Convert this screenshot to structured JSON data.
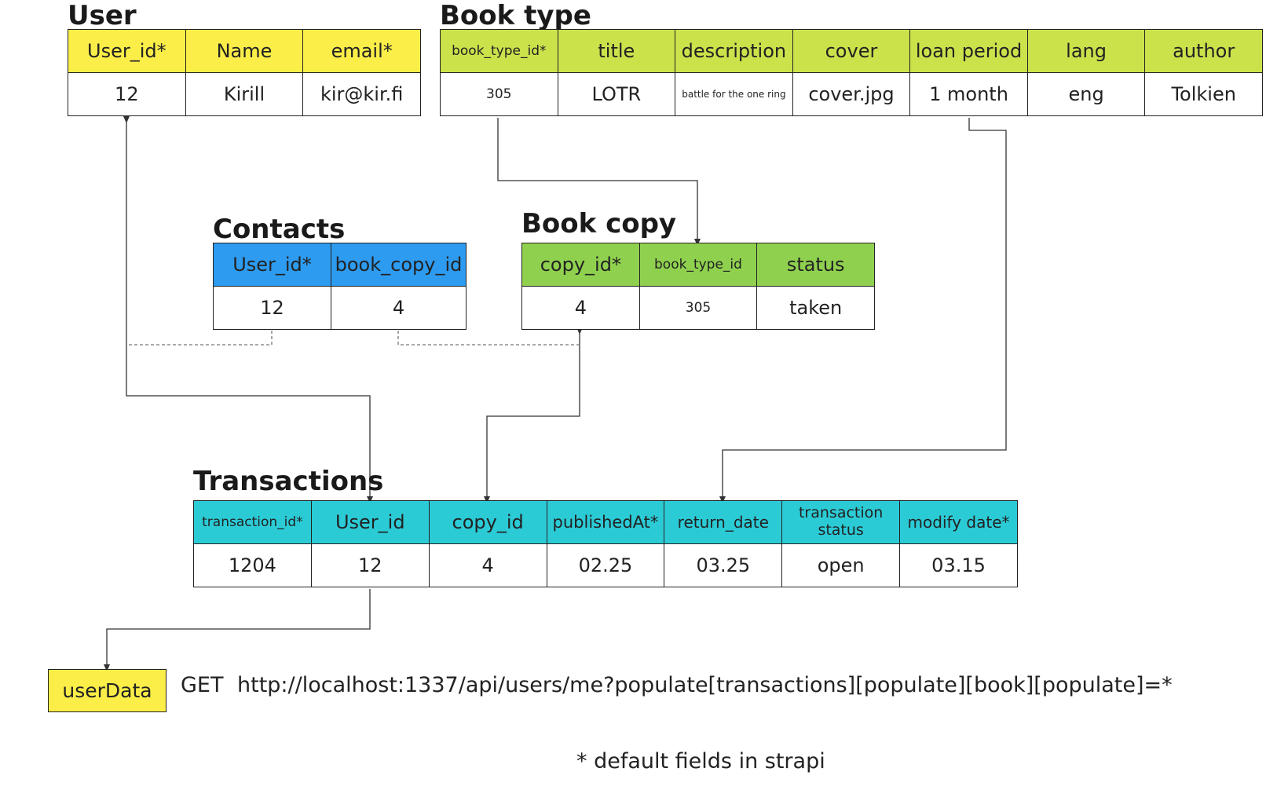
{
  "user": {
    "title": "User",
    "headers": [
      "User_id*",
      "Name",
      "email*"
    ],
    "values": [
      "12",
      "Kirill",
      "kir@kir.fi"
    ]
  },
  "book_type": {
    "title": "Book type",
    "headers": [
      "book_type_id*",
      "title",
      "description",
      "cover",
      "loan period",
      "lang",
      "author"
    ],
    "values": [
      "305",
      "LOTR",
      "battle for the one ring",
      "cover.jpg",
      "1 month",
      "eng",
      "Tolkien"
    ]
  },
  "contacts": {
    "title": "Contacts",
    "headers": [
      "User_id*",
      "book_copy_id"
    ],
    "values": [
      "12",
      "4"
    ]
  },
  "book_copy": {
    "title": "Book copy",
    "headers": [
      "copy_id*",
      "book_type_id",
      "status"
    ],
    "values": [
      "4",
      "305",
      "taken"
    ]
  },
  "transactions": {
    "title": "Transactions",
    "headers": [
      "transaction_id*",
      "User_id",
      "copy_id",
      "publishedAt*",
      "return_date",
      "transaction status",
      "modify date*"
    ],
    "values": [
      "1204",
      "12",
      "4",
      "02.25",
      "03.25",
      "open",
      "03.15"
    ]
  },
  "user_data": {
    "label": "userData"
  },
  "request": {
    "method": "GET",
    "url": "http://localhost:1337/api/users/me?populate[transactions][populate][book][populate]=*"
  },
  "footnote": "* default fields in strapi",
  "colors": {
    "user": "#fbee48",
    "book_type": "#cce24b",
    "book_copy": "#8fd14f",
    "contacts": "#2d9bf0",
    "transactions": "#2bcbd6",
    "connector": "#333333"
  }
}
